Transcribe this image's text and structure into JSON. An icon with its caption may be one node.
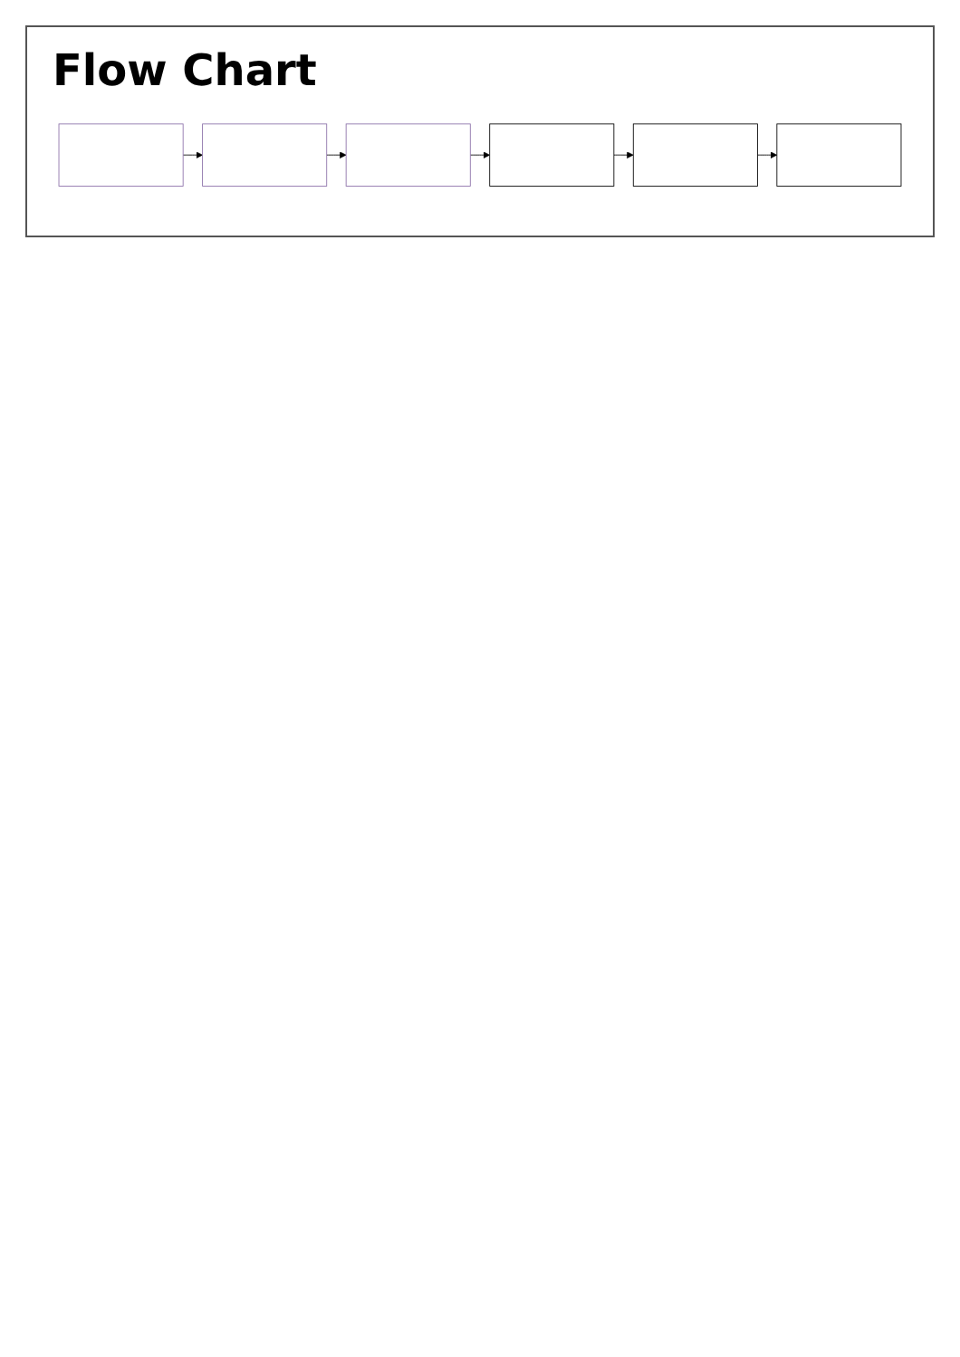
{
  "diagram": {
    "title": "Flow Chart",
    "nodes": [
      {
        "text": [],
        "shape": "box"
      },
      {
        "text": [],
        "shape": "box"
      },
      {
        "text": [],
        "shape": "box"
      },
      {
        "text": [],
        "shape": "box"
      },
      {
        "text": [],
        "shape": "box"
      },
      {
        "text": [],
        "shape": "box"
      }
    ],
    "edges": [
      {
        "from": 0,
        "to": 1,
        "arrow": "to"
      },
      {
        "from": 1,
        "to": 2,
        "arrow": "to"
      },
      {
        "from": 2,
        "to": 3,
        "arrow": "to"
      },
      {
        "from": 3,
        "to": 4,
        "arrow": "to"
      },
      {
        "from": 4,
        "to": 5,
        "arrow": "to"
      }
    ]
  }
}
